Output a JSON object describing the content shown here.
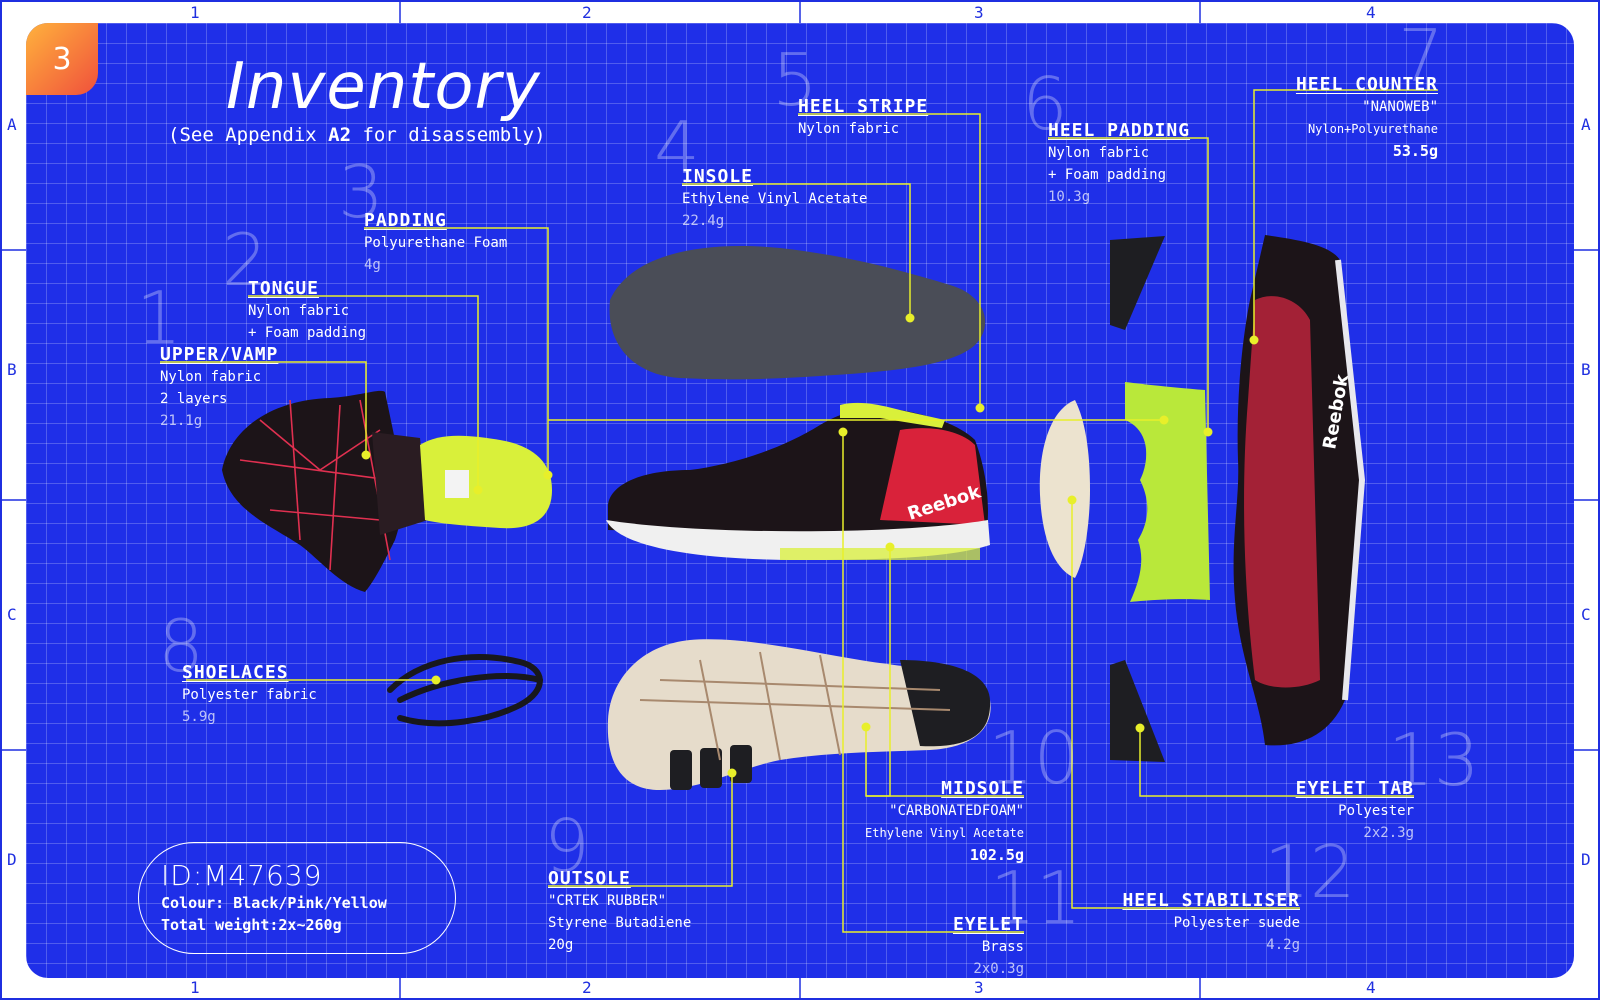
{
  "page": {
    "badge": "3",
    "title": "Inventory",
    "subtitle_pre": "(See Appendix ",
    "subtitle_bold": "A2",
    "subtitle_post": " for disassembly)"
  },
  "rulers": {
    "columns": [
      "1",
      "2",
      "3",
      "4"
    ],
    "rows": [
      "A",
      "B",
      "C",
      "D"
    ]
  },
  "colors": {
    "board": "#1f2fe8",
    "grid": "#ffffff",
    "leader": "#e8ef2a",
    "badge_from": "#ffb23d",
    "badge_to": "#f0503b"
  },
  "parts": [
    {
      "num": "1",
      "name": "UPPER/VAMP",
      "lines": [
        "Nylon fabric",
        "2 layers"
      ],
      "weight": "21.1g"
    },
    {
      "num": "2",
      "name": "TONGUE",
      "lines": [
        "Nylon fabric",
        "+ Foam padding"
      ],
      "weight": ""
    },
    {
      "num": "3",
      "name": "PADDING",
      "lines": [
        "Polyurethane Foam"
      ],
      "weight": "4g"
    },
    {
      "num": "4",
      "name": "INSOLE",
      "lines": [
        "Ethylene Vinyl Acetate"
      ],
      "weight": "22.4g"
    },
    {
      "num": "5",
      "name": "HEEL STRIPE",
      "lines": [
        "Nylon fabric"
      ],
      "weight": ""
    },
    {
      "num": "6",
      "name": "HEEL PADDING",
      "lines": [
        "Nylon fabric",
        "+ Foam padding"
      ],
      "weight": "10.3g"
    },
    {
      "num": "7",
      "name": "HEEL COUNTER",
      "lines": [
        "\"NANOWEB\"",
        "Nylon+Polyurethane"
      ],
      "weight": "53.5g"
    },
    {
      "num": "8",
      "name": "SHOELACES",
      "lines": [
        "Polyester fabric"
      ],
      "weight": "5.9g"
    },
    {
      "num": "9",
      "name": "OUTSOLE",
      "lines": [
        "\"CRTEK RUBBER\"",
        "Styrene Butadiene"
      ],
      "weight": "20g"
    },
    {
      "num": "10",
      "name": "MIDSOLE",
      "lines": [
        "\"CARBONATEDFOAM\"",
        "Ethylene Vinyl Acetate"
      ],
      "weight": "102.5g"
    },
    {
      "num": "11",
      "name": "EYELET",
      "lines": [
        "Brass"
      ],
      "weight": "2x0.3g"
    },
    {
      "num": "12",
      "name": "HEEL STABILISER",
      "lines": [
        "Polyester suede"
      ],
      "weight": "4.2g"
    },
    {
      "num": "13",
      "name": "EYELET TAB",
      "lines": [
        "Polyester"
      ],
      "weight": "2x2.3g"
    }
  ],
  "product": {
    "id_label": "ID:",
    "id_value": "M47639",
    "colour_label": "Colour:",
    "colour_value": "Black/Pink/Yellow",
    "weight_label": "Total weight:",
    "weight_value": "2x~260g",
    "brand": "Reebok"
  }
}
